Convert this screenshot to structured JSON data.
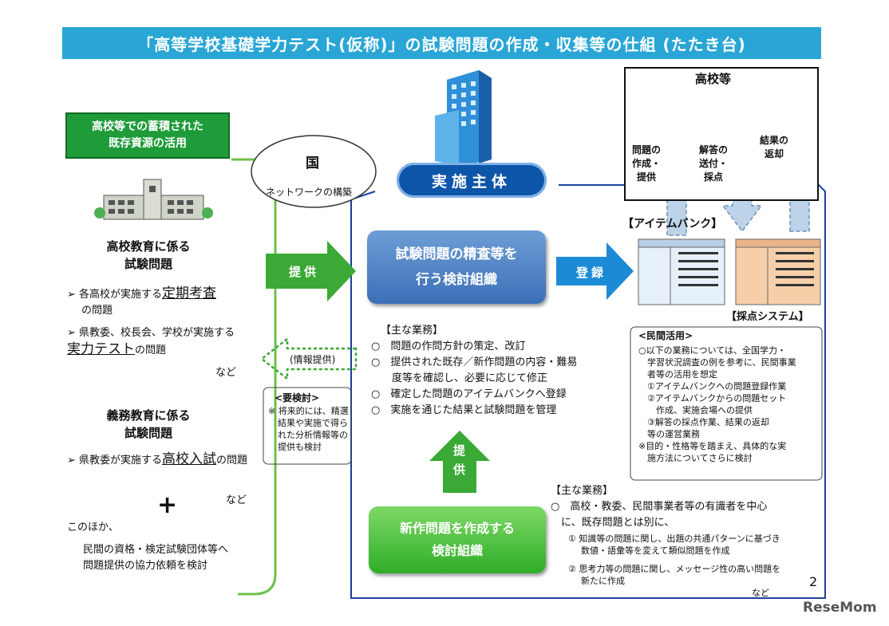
{
  "title": "「高等学校基礎学力テスト(仮称)」の試験問題の作成・収集等の仕組 (たたき台)",
  "left": {
    "resource_box": [
      "高校等での蓄積された",
      "既存資源の活用"
    ],
    "high_school_heading": [
      "高校教育に係る",
      "試験問題"
    ],
    "hs_items": [
      {
        "pre": "各高校が実施する",
        "emph": "定期考査",
        "post": "の問題"
      },
      {
        "pre": "県教委、校長会、学校が実施する",
        "emph": "実力テスト",
        "post": "の問題"
      }
    ],
    "etc": "など",
    "compulsory_heading": [
      "義務教育に係る",
      "試験問題"
    ],
    "cs_item": {
      "pre": "県教委が実施する",
      "emph": "高校入試",
      "post": "の問題"
    },
    "plus": "+",
    "other_intro": "このほか、",
    "other_text": [
      "民間の資格・検定試験団体等へ",
      "問題提供の協力依頼を検討"
    ]
  },
  "kuni": {
    "title": "国",
    "sub": "ネットワークの構築"
  },
  "implementer": "実施主体",
  "arrows": {
    "provide1": "提供",
    "info": "(情報提供)",
    "register": "登録",
    "provide2": [
      "提",
      "供"
    ]
  },
  "yokento": {
    "title": "<要検討>",
    "text": [
      "※ 将来的には、精選",
      "結果や実施で得ら",
      "れた分析情報等の",
      "提供も検討"
    ]
  },
  "review_group": [
    "試験問題の精査等を",
    "行う検討組織"
  ],
  "main_tasks1": {
    "title": "【主な業務】",
    "items": [
      "○　問題の作問方針の策定、改訂",
      "○　提供された既存／新作問題の内容・難易",
      "　　度等を確認し、必要に応じて修正",
      "○　確定した問題のアイテムバンクへ登録",
      "○　実施を通じた結果と試験問題を管理"
    ]
  },
  "new_group": [
    "新作問題を作成する",
    "検討組織"
  ],
  "main_tasks2": {
    "title": "【主な業務】",
    "lead": [
      "○　高校・教委、民間事業者等の有識者を中心",
      "　に、既存問題とは別に、"
    ],
    "sub": [
      [
        "① 知識等の問題に関し、出題の共通パターンに基づき",
        "数値・語彙等を変えて類似問題を作成"
      ],
      [
        "② 思考力等の問題に関し、メッセージ性の高い問題を",
        "新たに作成"
      ]
    ],
    "etc": "など"
  },
  "koko": {
    "title": "高校等",
    "labels": [
      [
        "問題の",
        "作成・",
        "提供"
      ],
      [
        "解答の",
        "送付・",
        "採点"
      ],
      [
        "結果の",
        "返却"
      ]
    ]
  },
  "item_bank": "【アイテムバンク】",
  "scoring": "【採点システム】",
  "private": {
    "title": "<民間活用>",
    "lines": [
      "○以下の業務については、全国学力・",
      "　学習状況調査の例を参考に、民間事業",
      "　者等の活用を想定",
      "　①アイテムバンクへの問題登録作業",
      "　②アイテムバンクからの問題セット",
      "　　作成、実施会場への提供",
      "　③解答の採点作業、結果の返却",
      "　等の運営業務",
      "※目的・性格等を踏まえ、具体的な実",
      "　施方法についてさらに検討"
    ]
  },
  "page_number": "2",
  "logo": "ReseMom",
  "colors": {
    "title_bg": "#29a6d6",
    "green": "#1f9b3a",
    "blue": "#0d55a8",
    "review": "#4c7fc2",
    "scoring": "#f6cfa9"
  }
}
